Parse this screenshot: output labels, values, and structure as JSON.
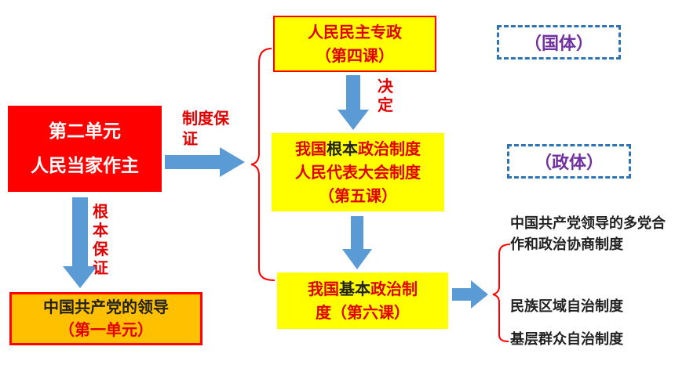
{
  "unit2": {
    "line1": "第二单元",
    "line2": "人民当家作主"
  },
  "renmin": {
    "line1": "人民民主专政",
    "line2": "（第四课）"
  },
  "genben": {
    "pre": "我国",
    "strong": "根本",
    "post": "政治制度",
    "line2": "人民代表大会制度",
    "line3": "（第五课）"
  },
  "jiben": {
    "pre": "我国",
    "strong": "基本",
    "post": "政治制",
    "line2": "度（第六课）"
  },
  "leader": {
    "line1": "中国共产党的领导",
    "line2": "（第一单元）"
  },
  "tags": {
    "guoti": "（国体）",
    "zhengti": "（政体）"
  },
  "labels": {
    "jueding": "决定",
    "zhidu": "制度保证",
    "genben_baozheng": "根本保证"
  },
  "right_items": {
    "item1": "中国共产党领导的多党合作和政治协商制度",
    "item2": "民族区域自治制度",
    "item3": "基层群众自治制度"
  },
  "colors": {
    "red": "#ff0000",
    "yellow": "#ffff00",
    "orange": "#ffc000",
    "arrow_blue": "#5b9bd5",
    "tag_border": "#2e74b5",
    "tag_text": "#7030a0"
  }
}
